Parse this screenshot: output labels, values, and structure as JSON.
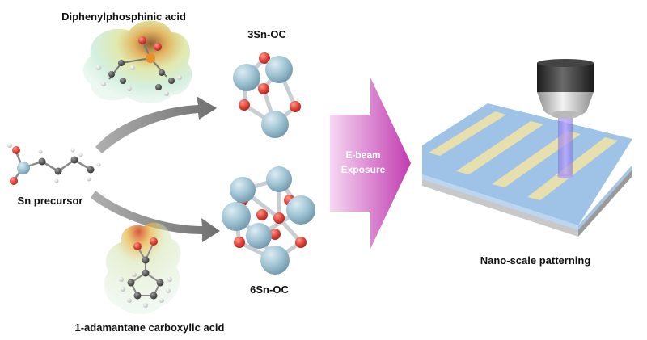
{
  "labels": {
    "ligand_top": "Diphenylphosphinic acid",
    "ligand_bottom": "1-adamantane carboxylic acid",
    "precursor": "Sn precursor",
    "cluster_top": "3Sn-OC",
    "cluster_bottom": "6Sn-OC",
    "process_line1": "E-beam",
    "process_line2": "Exposure",
    "result": "Nano-scale patterning"
  },
  "colors": {
    "tin_atom": "#9fc3d3",
    "oxygen_atom": "#e2453a",
    "bond": "#c9ced2",
    "curved_arrow": "#7f7f7f",
    "process_arrow_dark": "#c13bb0",
    "process_arrow_light": "#f2c6ee",
    "substrate_top": "#9ec3e6",
    "resist_stripe": "#e7dfae",
    "beam": "#9b7be0"
  }
}
